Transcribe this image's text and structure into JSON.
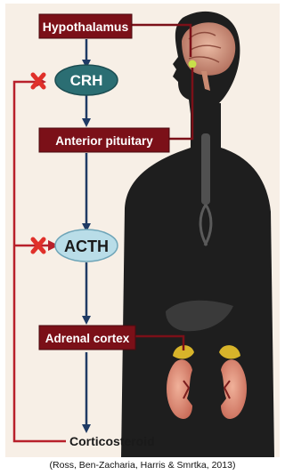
{
  "diagram": {
    "nodes": {
      "hypothalamus": "Hypothalamus",
      "crh": "CRH",
      "anterior_pituitary": "Anterior pituitary",
      "acth": "ACTH",
      "adrenal_cortex": "Adrenal cortex",
      "corticosteroid": "Corticosteroid"
    },
    "caption": "(Ross, Ben-Zacharia, Harris & Smrtka, 2013)",
    "feedback_marker_count": 2,
    "colors": {
      "label_box": "#7b1018",
      "arrow": "#1f3a64",
      "feedback_line": "#b8202b",
      "inhibit_x": "#e0302a",
      "crh_oval": "#2b6e73",
      "acth_oval": "#b9dde8",
      "silhouette": "#1e1e1e",
      "page_bg": "#ffffff",
      "panel_bg": "#f7efe6"
    }
  }
}
